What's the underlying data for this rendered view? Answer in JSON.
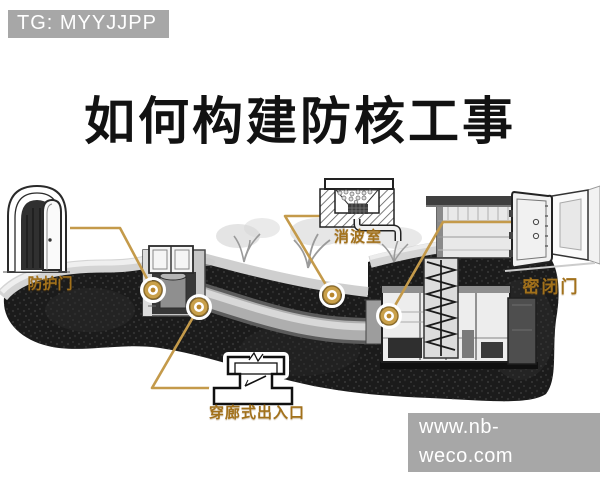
{
  "overlay": {
    "telegram_badge": "TG: MYYJJPP",
    "website_watermark": "www.nb-weco.com"
  },
  "title": "如何构建防核工事",
  "callouts": [
    {
      "label": "防护门"
    },
    {
      "label": "消波室"
    },
    {
      "label": "密闭门"
    },
    {
      "label": "穿廊式出入口"
    }
  ],
  "figures": [
    "shelter-cross-section",
    "protective-door-illustration",
    "wave-absorber-section-illustration",
    "airtight-door-illustration",
    "corridor-entrance-plan-illustration"
  ],
  "colors": {
    "callout_line": "#c49a4a",
    "callout_label": "#a2711b",
    "watermark_bg": "#a7a7a7",
    "title": "#121212",
    "earth": "#1b1b1b"
  }
}
